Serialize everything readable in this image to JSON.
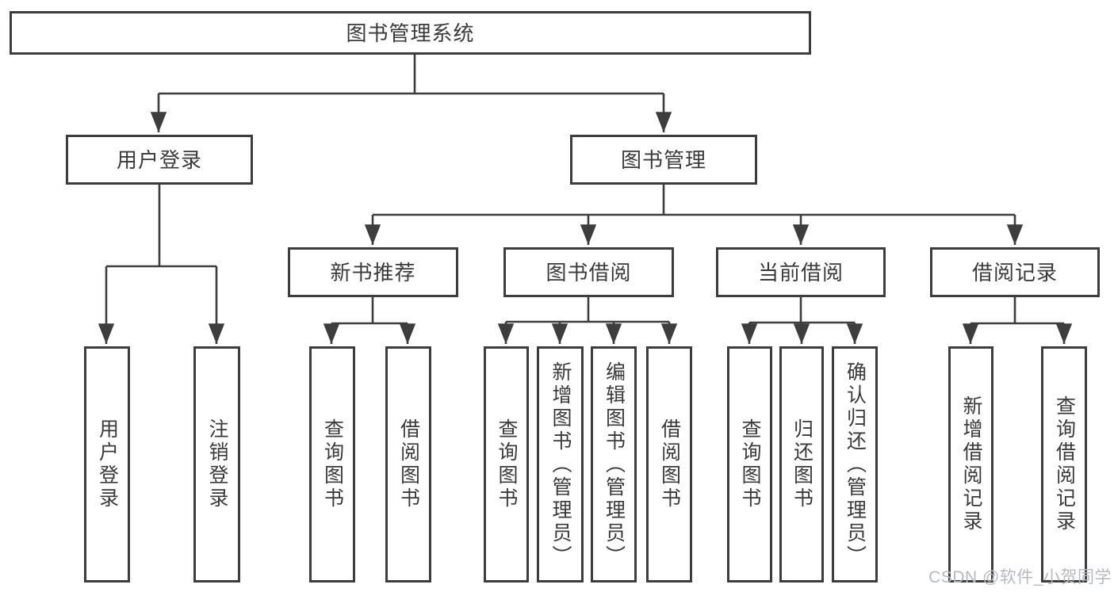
{
  "diagram": {
    "tree": {
      "root": {
        "label": "图书管理系统"
      },
      "l2": [
        {
          "label": "用户登录",
          "children": [
            {
              "label": "用户登录"
            },
            {
              "label": "注销登录"
            }
          ]
        },
        {
          "label": "图书管理",
          "children": [
            {
              "label": "新书推荐",
              "children": [
                {
                  "label": "查询图书"
                },
                {
                  "label": "借阅图书"
                }
              ]
            },
            {
              "label": "图书借阅",
              "children": [
                {
                  "label": "查询图书"
                },
                {
                  "label": "新增图书（管理员）"
                },
                {
                  "label": "编辑图书（管理员）"
                },
                {
                  "label": "借阅图书"
                }
              ]
            },
            {
              "label": "当前借阅",
              "children": [
                {
                  "label": "查询图书"
                },
                {
                  "label": "归还图书"
                },
                {
                  "label": "确认归还（管理员）"
                }
              ]
            },
            {
              "label": "借阅记录",
              "children": [
                {
                  "label": "新增借阅记录"
                },
                {
                  "label": "查询借阅记录"
                }
              ]
            }
          ]
        }
      ]
    },
    "watermark": {
      "text": "CSDN @软件_小贺同学"
    },
    "colors": {
      "line": "#3d3d3d",
      "text": "#3a3a3a",
      "watermark": "#b6bac0",
      "background": "#ffffff"
    }
  }
}
